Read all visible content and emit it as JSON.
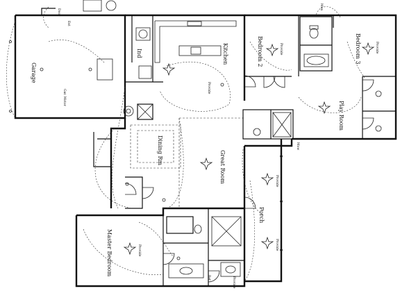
{
  "rooms": {
    "garage": "Garage",
    "kitchen": "Kitchen",
    "ind": "Ind",
    "bedroom2": "Bedroom 2",
    "bedroom3": "Bedroom 3",
    "play_room": "Play Room",
    "dining": "Dining Rm",
    "great_room": "Great Room",
    "porch": "Porch",
    "master_bedroom": "Master Bedroom"
  },
  "fixture_labels": {
    "fan_light": "Provide",
    "door_motor": "Door",
    "mon": "Mon",
    "ref": "Ref",
    "elec_a": "Mow",
    "elec_b": "Ext",
    "garage_ceiling": "Gar. Motor",
    "exterior_note": "Provide"
  },
  "colors": {
    "line": "#111111",
    "paper": "#ffffff"
  }
}
